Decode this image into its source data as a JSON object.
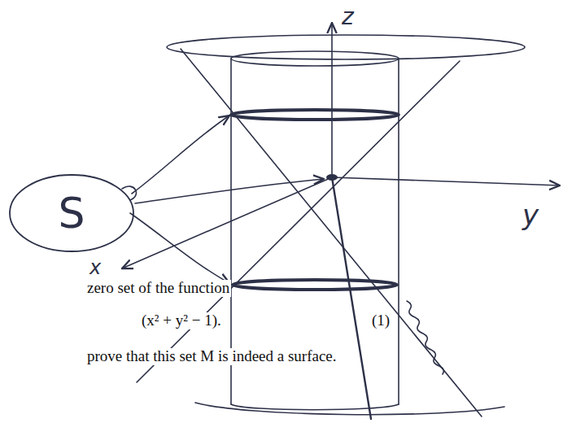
{
  "diagram": {
    "nodes": [
      {
        "text": [
          "S"
        ]
      }
    ],
    "labels": [
      "z",
      "y",
      "x",
      "zero set of the function",
      "(x² + y² − 1).",
      "(1)",
      "prove that this set M is indeed a surface."
    ]
  }
}
